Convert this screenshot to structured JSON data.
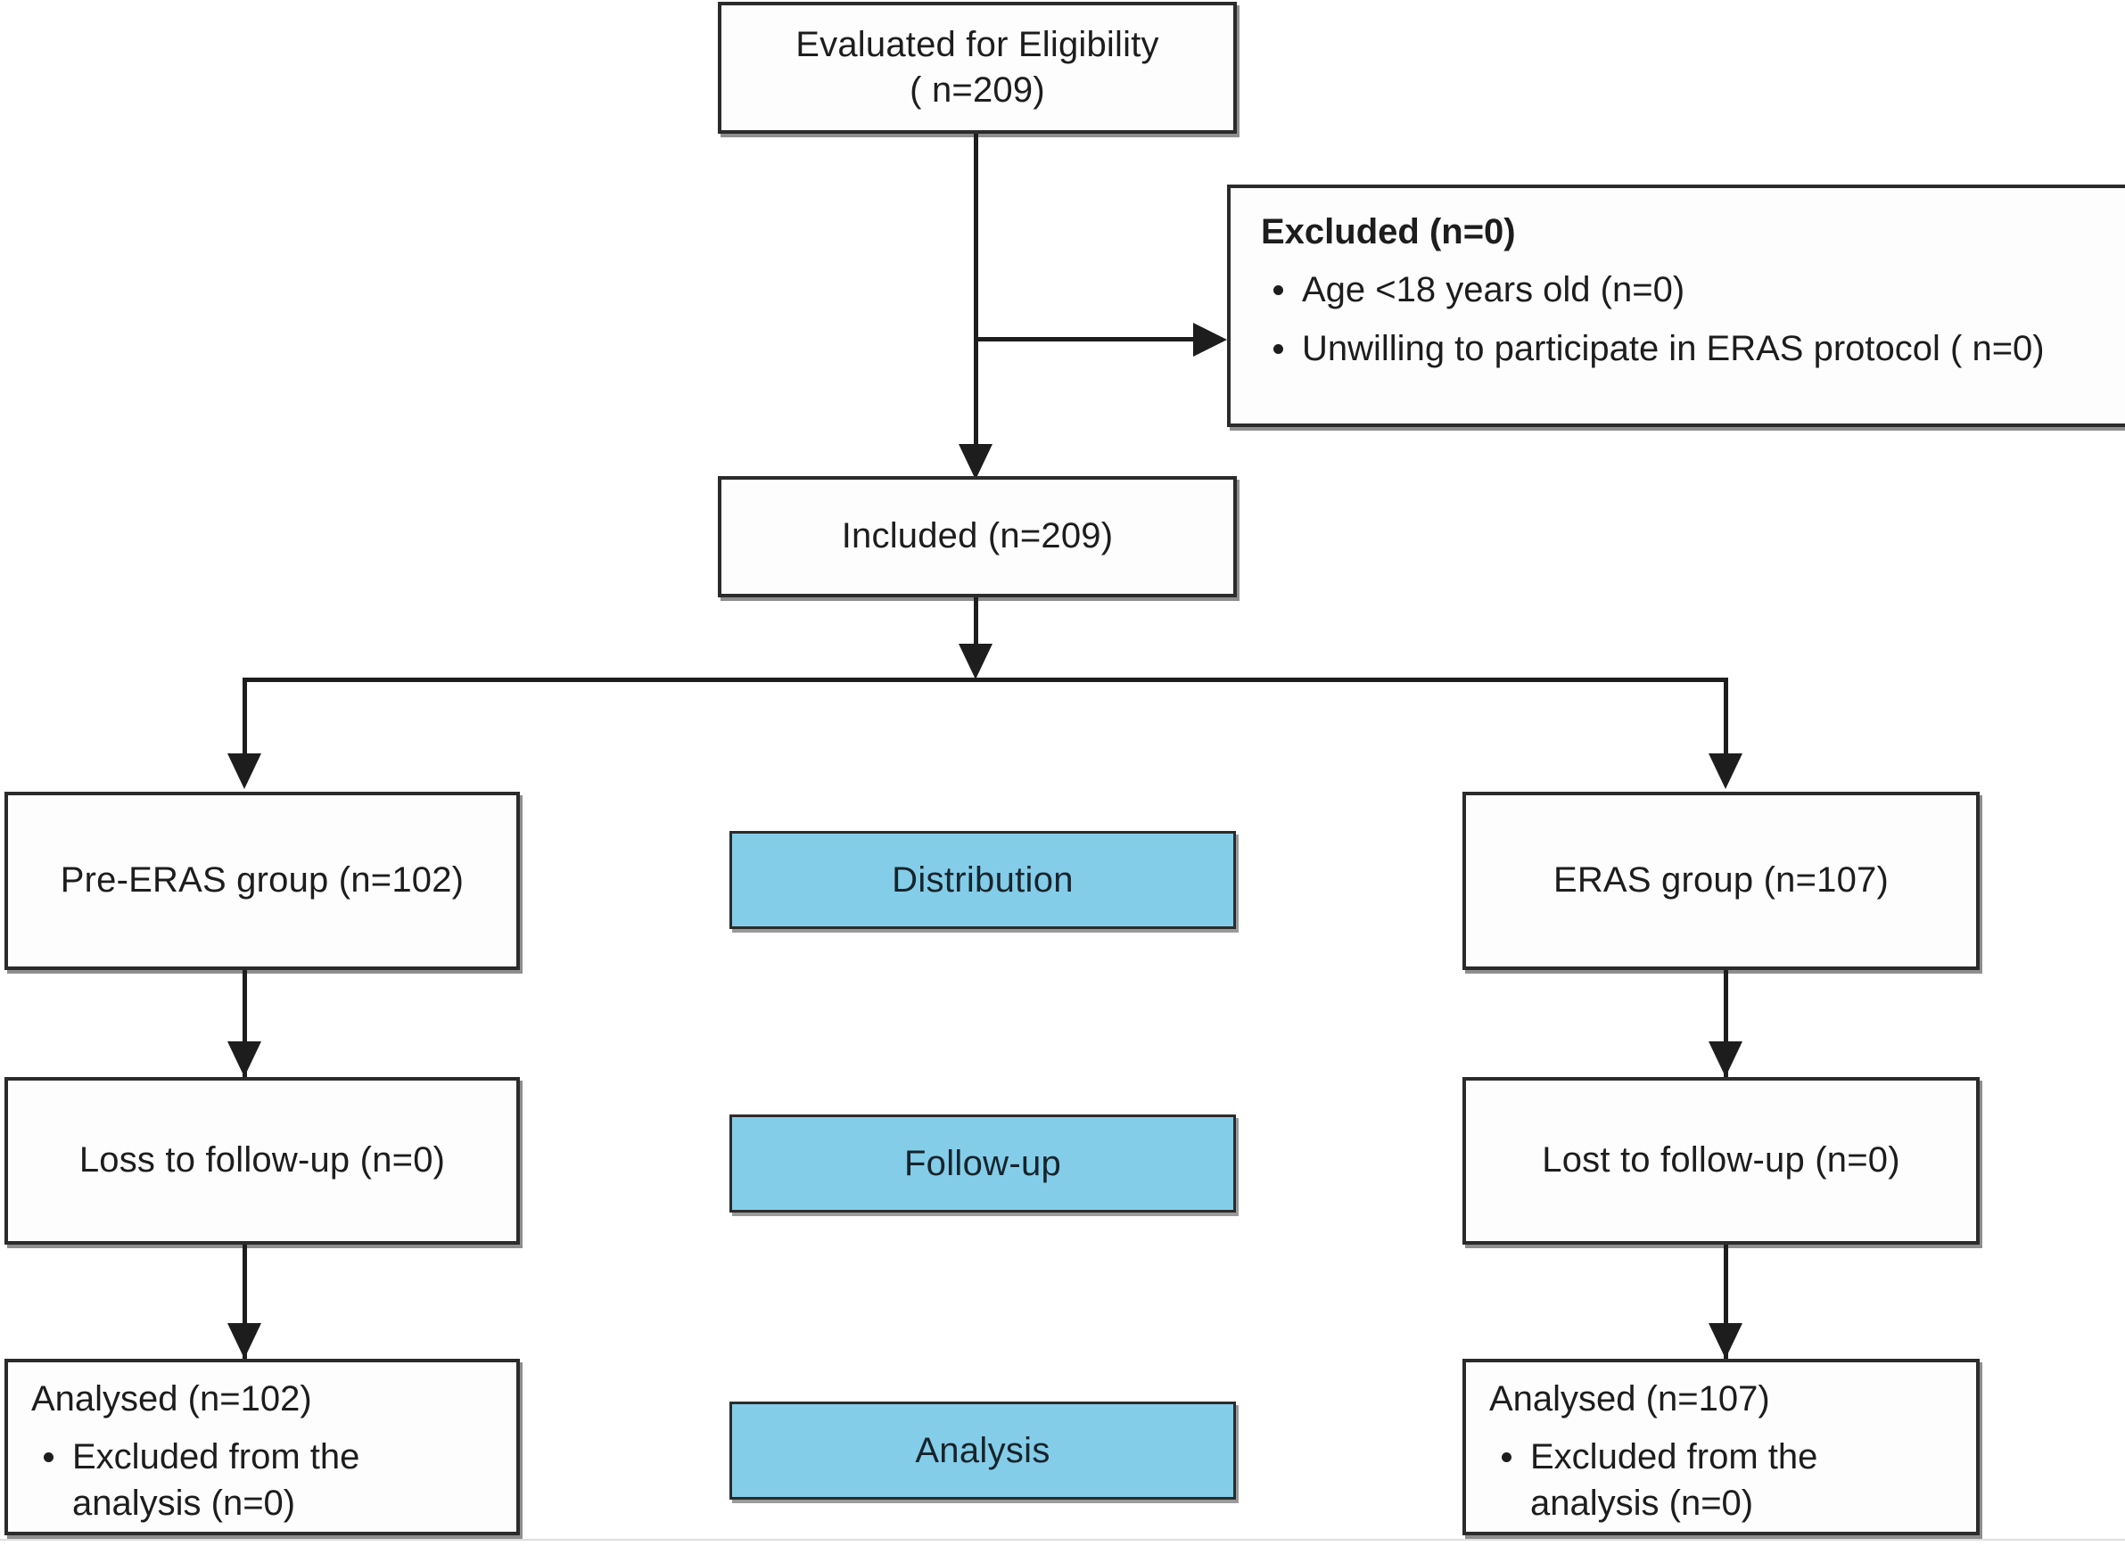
{
  "figure": {
    "type": "flow-diagram",
    "title": "CONSORT-style participant flow diagram",
    "colors": {
      "stage_fill": "#84cde8",
      "box_border": "#2b2b2b",
      "box_fill": "#fdfdfd",
      "text": "#1d1d1d",
      "background": "#ffffff"
    }
  },
  "nodes": {
    "eligibility": {
      "line1": "Evaluated for Eligibility",
      "line2": "( n=209)"
    },
    "excluded": {
      "header": "Excluded (n=0)",
      "bullets": [
        "Age <18 years old (n=0)",
        "Unwilling to participate in ERAS  protocol  ( n=0)"
      ]
    },
    "included": {
      "label": "Included (n=209)"
    },
    "left": {
      "group": "Pre-ERAS group (n=102)",
      "followup": "Loss to follow-up (n=0)",
      "analysed_header": "Analysed (n=102)",
      "analysed_bullet_line1": "Excluded from the",
      "analysed_bullet_line2": "analysis (n=0)"
    },
    "right": {
      "group": "ERAS group (n=107)",
      "followup": "Lost to follow-up (n=0)",
      "analysed_header": "Analysed (n=107)",
      "analysed_bullet_line1": "Excluded from the",
      "analysed_bullet_line2": "analysis (n=0)"
    },
    "stages": {
      "distribution": "Distribution",
      "followup": "Follow-up",
      "analysis": "Analysis"
    }
  }
}
